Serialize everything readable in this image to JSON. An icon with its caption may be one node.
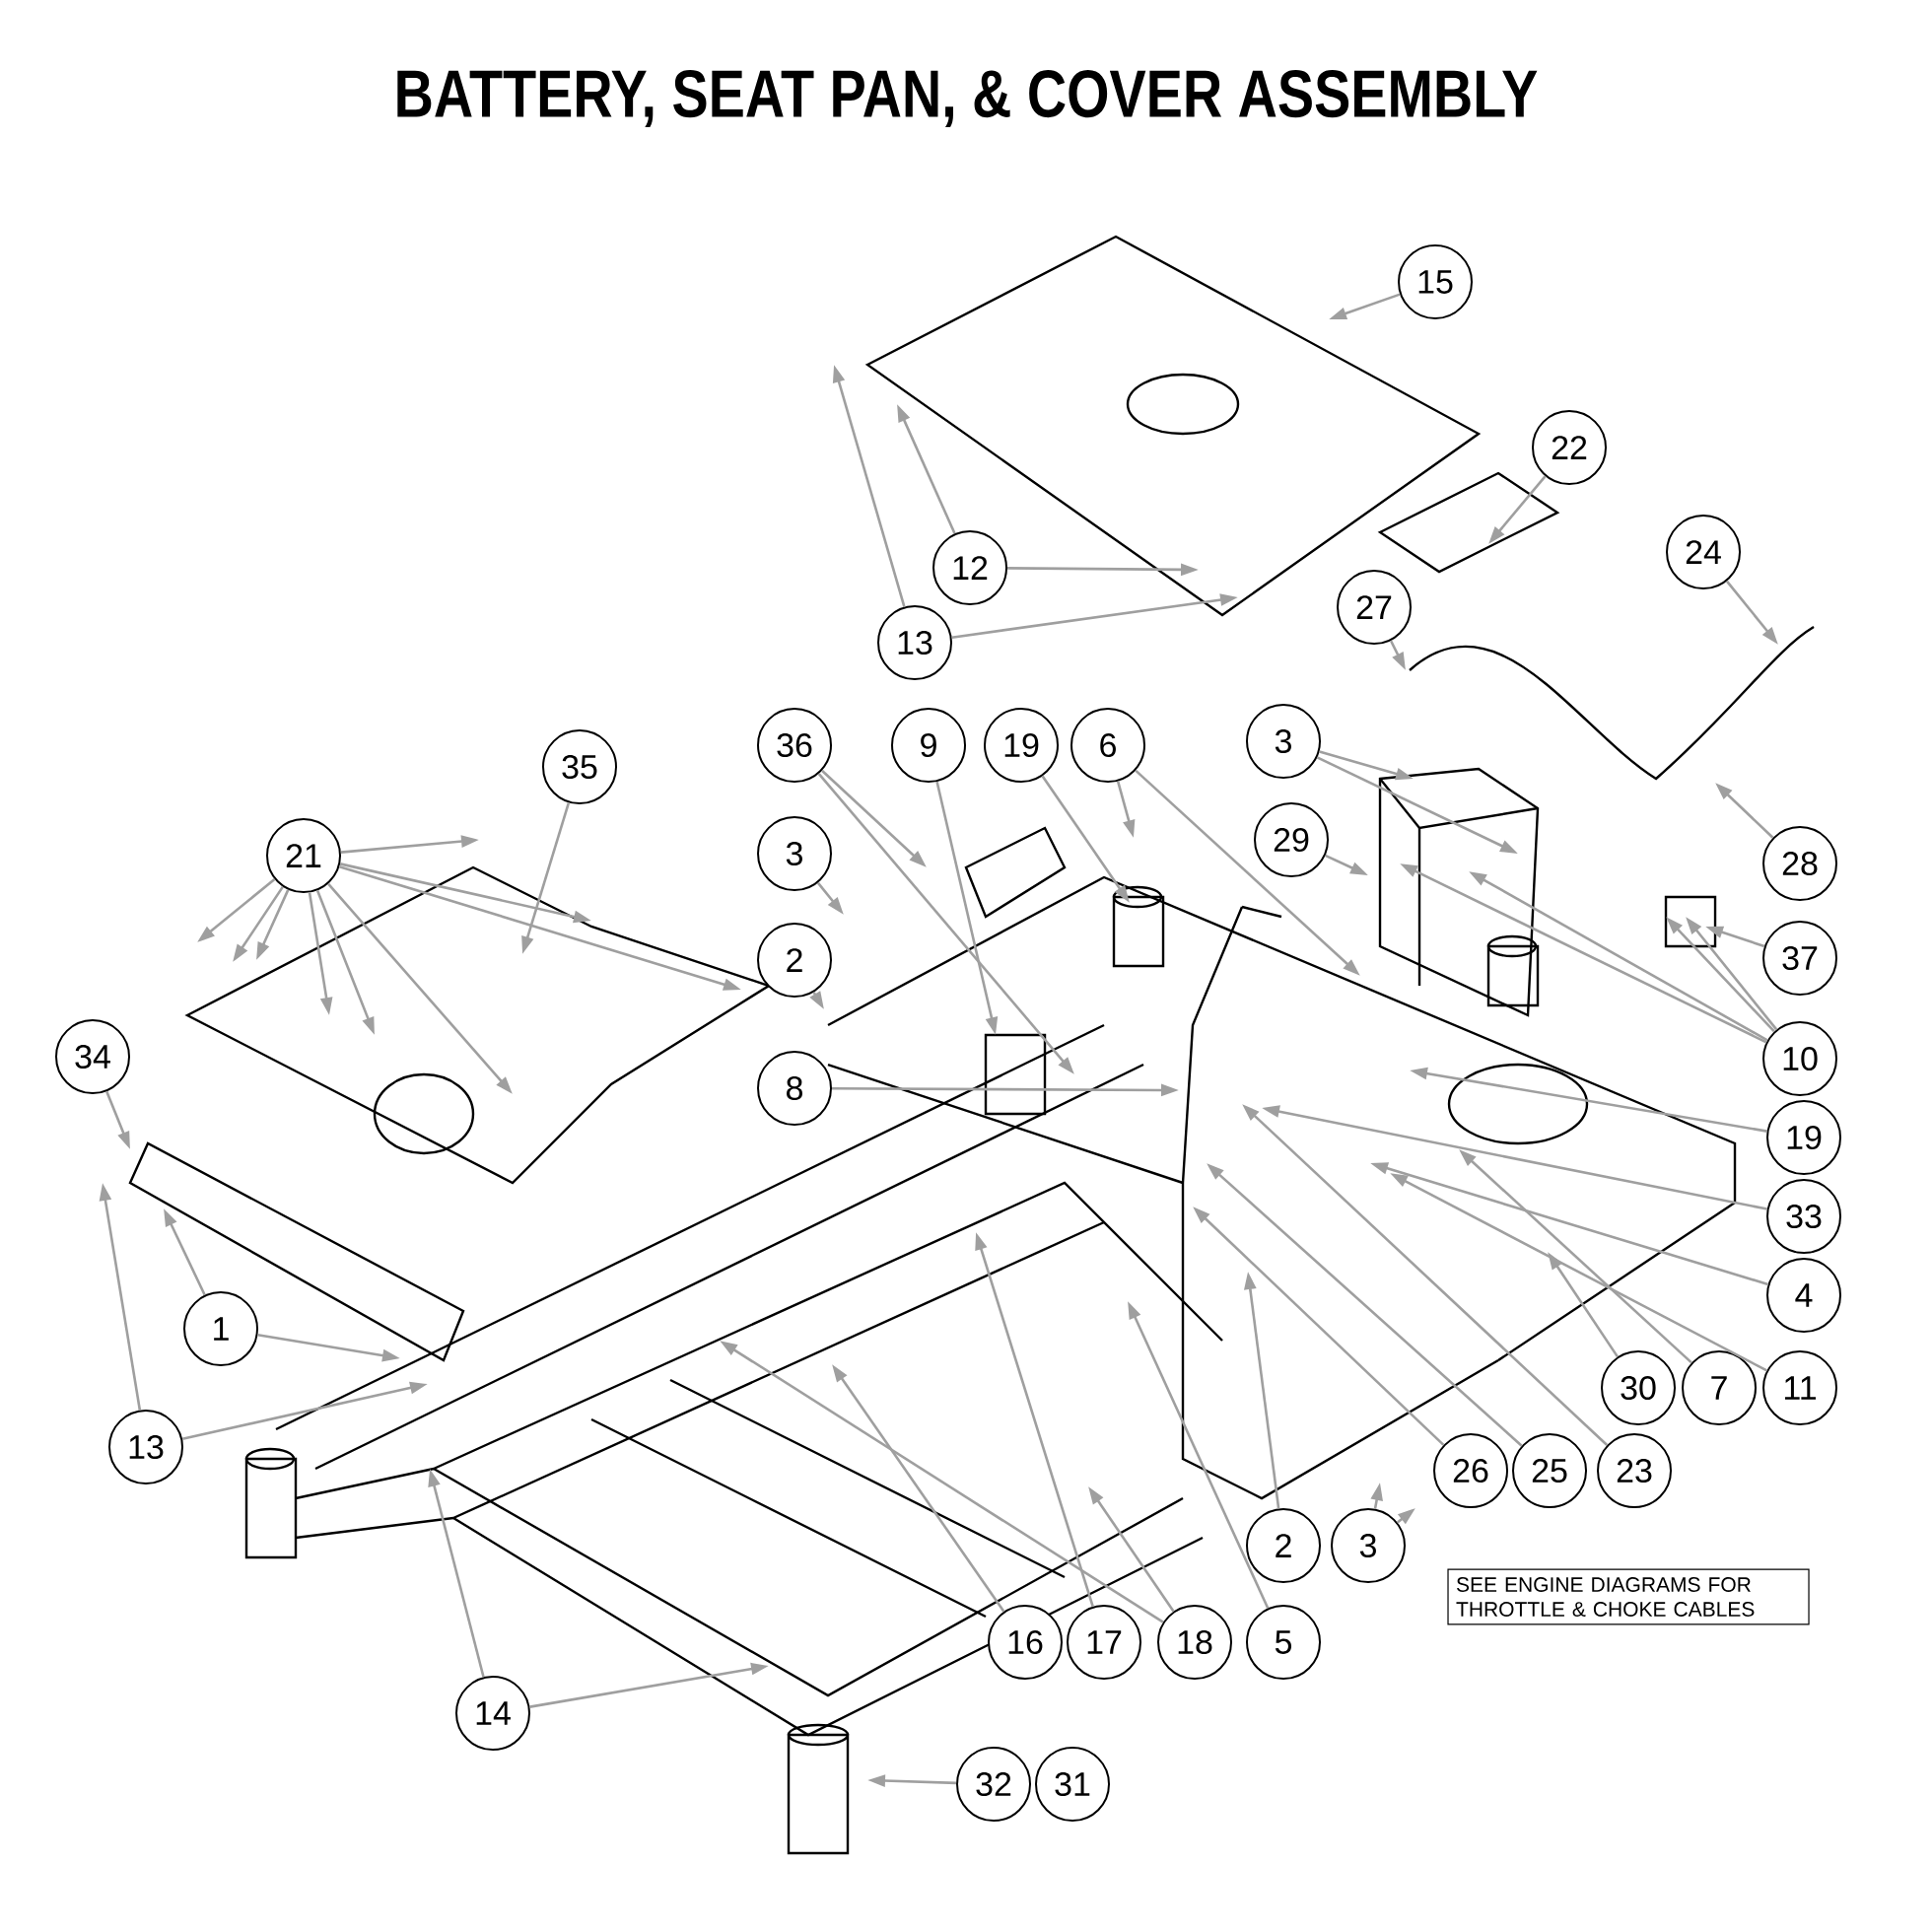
{
  "diagram": {
    "title": "BATTERY, SEAT PAN, & COVER ASSEMBLY",
    "nodes": [
      {
        "text": [
          "15"
        ]
      },
      {
        "text": [
          "22"
        ]
      },
      {
        "text": [
          "24"
        ]
      },
      {
        "text": [
          "12"
        ]
      },
      {
        "text": [
          "13"
        ]
      },
      {
        "text": [
          "27"
        ]
      },
      {
        "text": [
          "36"
        ]
      },
      {
        "text": [
          "9"
        ]
      },
      {
        "text": [
          "19"
        ]
      },
      {
        "text": [
          "6"
        ]
      },
      {
        "text": [
          "3"
        ]
      },
      {
        "text": [
          "21"
        ]
      },
      {
        "text": [
          "35"
        ]
      },
      {
        "text": [
          "29"
        ]
      },
      {
        "text": [
          "28"
        ]
      },
      {
        "text": [
          "3"
        ]
      },
      {
        "text": [
          "2"
        ]
      },
      {
        "text": [
          "37"
        ]
      },
      {
        "text": [
          "34"
        ]
      },
      {
        "text": [
          "8"
        ]
      },
      {
        "text": [
          "10"
        ]
      },
      {
        "text": [
          "19"
        ]
      },
      {
        "text": [
          "33"
        ]
      },
      {
        "text": [
          "4"
        ]
      },
      {
        "text": [
          "1"
        ]
      },
      {
        "text": [
          "30"
        ]
      },
      {
        "text": [
          "7"
        ]
      },
      {
        "text": [
          "11"
        ]
      },
      {
        "text": [
          "13"
        ]
      },
      {
        "text": [
          "26"
        ]
      },
      {
        "text": [
          "25"
        ]
      },
      {
        "text": [
          "23"
        ]
      },
      {
        "text": [
          "2"
        ]
      },
      {
        "text": [
          "3"
        ]
      },
      {
        "text": [
          "14"
        ]
      },
      {
        "text": [
          "16"
        ]
      },
      {
        "text": [
          "17"
        ]
      },
      {
        "text": [
          "18"
        ]
      },
      {
        "text": [
          "5"
        ]
      },
      {
        "text": [
          "32"
        ]
      },
      {
        "text": [
          "31"
        ]
      },
      {
        "text": [
          "SEE ENGINE DIAGRAMS FOR THROTTLE & CHOKE CABLES"
        ]
      }
    ],
    "edges": [
      {
        "from": 0,
        "to": null,
        "arrow": "to"
      },
      {
        "from": 1,
        "to": null,
        "arrow": "to"
      },
      {
        "from": 2,
        "to": null,
        "arrow": "to"
      },
      {
        "from": 3,
        "to": null,
        "arrow": "to"
      },
      {
        "from": 3,
        "to": null,
        "arrow": "to"
      },
      {
        "from": 4,
        "to": null,
        "arrow": "to"
      },
      {
        "from": 4,
        "to": null,
        "arrow": "to"
      },
      {
        "from": 5,
        "to": null,
        "arrow": "to"
      },
      {
        "from": 6,
        "to": null,
        "arrow": "to"
      },
      {
        "from": 6,
        "to": null,
        "arrow": "to"
      },
      {
        "from": 7,
        "to": null,
        "arrow": "to"
      },
      {
        "from": 8,
        "to": null,
        "arrow": "to"
      },
      {
        "from": 9,
        "to": null,
        "arrow": "to"
      },
      {
        "from": 9,
        "to": null,
        "arrow": "to"
      },
      {
        "from": 10,
        "to": null,
        "arrow": "to"
      },
      {
        "from": 10,
        "to": null,
        "arrow": "to"
      },
      {
        "from": 11,
        "to": null,
        "arrow": "to"
      },
      {
        "from": 11,
        "to": null,
        "arrow": "to"
      },
      {
        "from": 11,
        "to": null,
        "arrow": "to"
      },
      {
        "from": 11,
        "to": null,
        "arrow": "to"
      },
      {
        "from": 11,
        "to": null,
        "arrow": "to"
      },
      {
        "from": 11,
        "to": null,
        "arrow": "to"
      },
      {
        "from": 11,
        "to": null,
        "arrow": "to"
      },
      {
        "from": 11,
        "to": null,
        "arrow": "to"
      },
      {
        "from": 11,
        "to": null,
        "arrow": "to"
      },
      {
        "from": 12,
        "to": null,
        "arrow": "to"
      },
      {
        "from": 13,
        "to": null,
        "arrow": "to"
      },
      {
        "from": 14,
        "to": null,
        "arrow": "to"
      },
      {
        "from": 15,
        "to": null,
        "arrow": "to"
      },
      {
        "from": 16,
        "to": null,
        "arrow": "to"
      },
      {
        "from": 17,
        "to": null,
        "arrow": "to"
      },
      {
        "from": 18,
        "to": null,
        "arrow": "to"
      },
      {
        "from": 19,
        "to": null,
        "arrow": "to"
      },
      {
        "from": 20,
        "to": null,
        "arrow": "to"
      },
      {
        "from": 20,
        "to": null,
        "arrow": "to"
      },
      {
        "from": 20,
        "to": null,
        "arrow": "to"
      },
      {
        "from": 20,
        "to": null,
        "arrow": "to"
      },
      {
        "from": 21,
        "to": null,
        "arrow": "to"
      },
      {
        "from": 22,
        "to": null,
        "arrow": "to"
      },
      {
        "from": 23,
        "to": null,
        "arrow": "to"
      },
      {
        "from": 24,
        "to": null,
        "arrow": "to"
      },
      {
        "from": 24,
        "to": null,
        "arrow": "to"
      },
      {
        "from": 25,
        "to": null,
        "arrow": "to"
      },
      {
        "from": 26,
        "to": null,
        "arrow": "to"
      },
      {
        "from": 27,
        "to": null,
        "arrow": "to"
      },
      {
        "from": 28,
        "to": null,
        "arrow": "to"
      },
      {
        "from": 28,
        "to": null,
        "arrow": "to"
      },
      {
        "from": 29,
        "to": null,
        "arrow": "to"
      },
      {
        "from": 30,
        "to": null,
        "arrow": "to"
      },
      {
        "from": 31,
        "to": null,
        "arrow": "to"
      },
      {
        "from": 32,
        "to": null,
        "arrow": "to"
      },
      {
        "from": 33,
        "to": null,
        "arrow": "to"
      },
      {
        "from": 33,
        "to": null,
        "arrow": "to"
      },
      {
        "from": 34,
        "to": null,
        "arrow": "to"
      },
      {
        "from": 34,
        "to": null,
        "arrow": "to"
      },
      {
        "from": 35,
        "to": null,
        "arrow": "to"
      },
      {
        "from": 36,
        "to": null,
        "arrow": "to"
      },
      {
        "from": 37,
        "to": null,
        "arrow": "to"
      },
      {
        "from": 37,
        "to": null,
        "arrow": "to"
      },
      {
        "from": 38,
        "to": null,
        "arrow": "to"
      },
      {
        "from": 39,
        "to": null,
        "arrow": "to"
      }
    ]
  }
}
